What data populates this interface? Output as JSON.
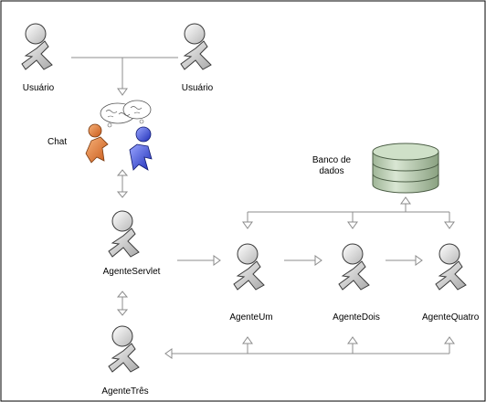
{
  "diagram": {
    "usuario_left": "Usuário",
    "usuario_right": "Usuário",
    "chat": "Chat",
    "banco_line1": "Banco de",
    "banco_line2": "dados",
    "agente_servlet": "AgenteServlet",
    "agente_um": "AgenteUm",
    "agente_dois": "AgenteDois",
    "agente_quatro": "AgenteQuatro",
    "agente_tres": "AgenteTrês"
  }
}
